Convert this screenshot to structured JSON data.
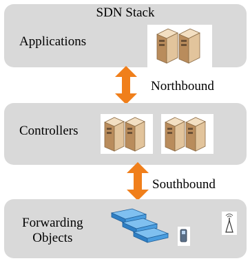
{
  "diagram": {
    "stack_title": "SDN Stack",
    "layers": {
      "applications": {
        "label": "Applications"
      },
      "controllers": {
        "label": "Controllers"
      },
      "forwarding": {
        "label_line1": "Forwarding",
        "label_line2": "Objects"
      }
    },
    "interfaces": {
      "northbound": "Northbound",
      "southbound": "Southbound"
    },
    "colors": {
      "layer_fill": "#d9d9d9",
      "arrow": "#f07f1b",
      "server": "#d9b48a",
      "switch": "#3a8fd6"
    },
    "icons": [
      "server-icon",
      "network-switch-icon",
      "mobile-phone-icon",
      "wireless-antenna-icon"
    ]
  }
}
